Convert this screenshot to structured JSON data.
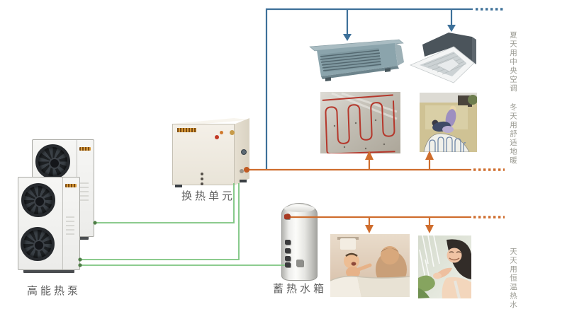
{
  "equipment": {
    "heat_pump": {
      "label": "高能热泵"
    },
    "heat_exchanger": {
      "label": "换热单元"
    },
    "water_tank": {
      "label": "蓄热水箱"
    }
  },
  "side_labels": {
    "summer": "夏天用中央空调",
    "winter": "冬天用舒适地暖",
    "daily": "天天用恒温热水"
  },
  "photos": {
    "ducted_ac": "ducted-indoor-ac-unit",
    "cassette_ac": "ceiling-cassette-ac-unit",
    "floor_pipes": "underfloor-heating-pipes",
    "warm_floor": "family-playing-on-warm-floor",
    "baby_bath": "babies-bathing",
    "shower": "woman-enjoying-hot-shower"
  },
  "colors": {
    "ac_line": "#3d7099",
    "heat_line": "#cf6d2d",
    "source_line": "#7cc47f",
    "label_color": "#606060",
    "side_label_color": "#9b9b93",
    "bg": "#ffffff"
  }
}
